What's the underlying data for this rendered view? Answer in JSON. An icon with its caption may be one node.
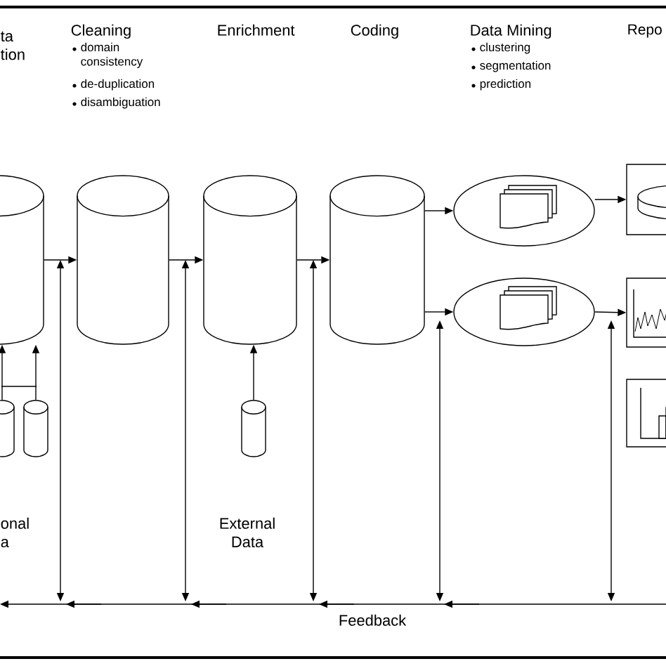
{
  "diagram": {
    "nodes": [
      {
        "text": [],
        "shape": "cylinder"
      },
      {
        "text": [],
        "shape": "cylinder"
      },
      {
        "text": [],
        "shape": "cylinder"
      },
      {
        "text": [],
        "shape": "cylinder"
      },
      {
        "text": [],
        "shape": "ellipse"
      },
      {
        "text": [],
        "shape": "ellipse"
      },
      {
        "text": [],
        "shape": "box"
      },
      {
        "text": [],
        "shape": "box"
      },
      {
        "text": [],
        "shape": "box"
      },
      {
        "text": [],
        "shape": "cylinder"
      },
      {
        "text": [],
        "shape": "cylinder"
      },
      {
        "text": [],
        "shape": "cylinder"
      }
    ],
    "edges": [
      {
        "from": 0,
        "to": 1,
        "arrow": "to"
      },
      {
        "from": 1,
        "to": 2,
        "arrow": "to"
      },
      {
        "from": 2,
        "to": 3,
        "arrow": "to"
      },
      {
        "from": 3,
        "to": 4,
        "arrow": "to"
      },
      {
        "from": 3,
        "to": 5,
        "arrow": "to"
      },
      {
        "from": 4,
        "to": 6,
        "arrow": "to"
      },
      {
        "from": 5,
        "to": 7,
        "arrow": "to"
      },
      {
        "from": 9,
        "to": 0,
        "arrow": "to"
      },
      {
        "from": 10,
        "to": 0,
        "arrow": "to"
      },
      {
        "from": 11,
        "to": 2,
        "arrow": "to"
      }
    ],
    "labels": [
      "ta tion",
      "Cleaning",
      "domain consistency",
      "de-duplication",
      "disambiguation",
      "Enrichment",
      "Coding",
      "Data Mining",
      "clustering",
      "segmentation",
      "prediction",
      "Repo",
      "onal a",
      "External Data",
      "Feedback"
    ]
  }
}
